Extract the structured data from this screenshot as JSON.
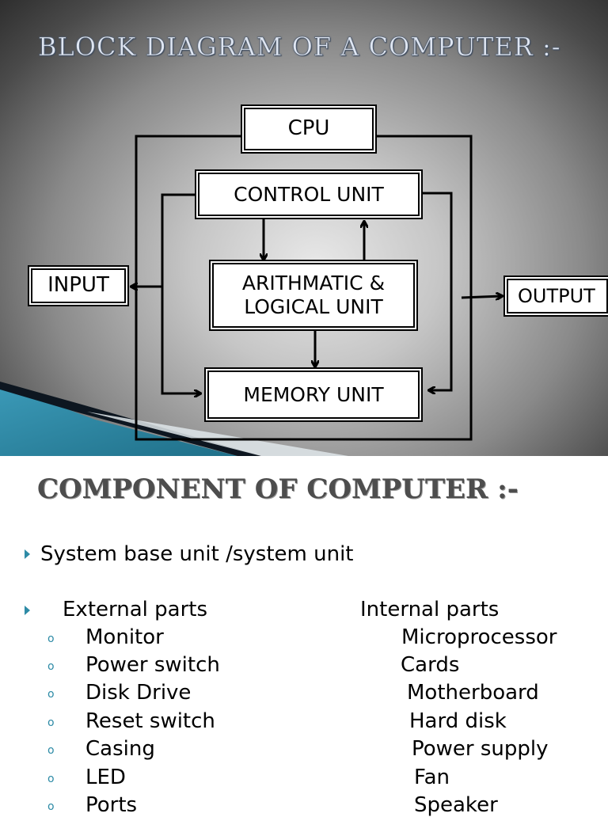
{
  "slide1": {
    "title": "BLOCK DIAGRAM OF A COMPUTER :-",
    "blocks": {
      "cpu": "CPU",
      "control_unit": "CONTROL UNIT",
      "alu_line1": "ARITHMATIC &",
      "alu_line2": "LOGICAL UNIT",
      "memory_unit": "MEMORY UNIT",
      "input": "INPUT",
      "output": "OUTPUT"
    }
  },
  "slide2": {
    "title": "COMPONENT OF COMPUTER :-",
    "bullet_main": "System base unit /system unit",
    "external_heading": "External parts",
    "internal_heading": "Internal parts",
    "external_items": [
      "Monitor",
      "Power switch",
      "Disk Drive",
      "Reset  switch",
      "Casing",
      "LED",
      "Ports"
    ],
    "internal_items": [
      "Microprocessor",
      "Cards",
      "Motherboard",
      "Hard disk",
      "Power supply",
      "Fan",
      "Speaker"
    ]
  },
  "colors": {
    "bullet_accent": "#2e8ba6",
    "stripe_blue": "#2d87a3"
  }
}
